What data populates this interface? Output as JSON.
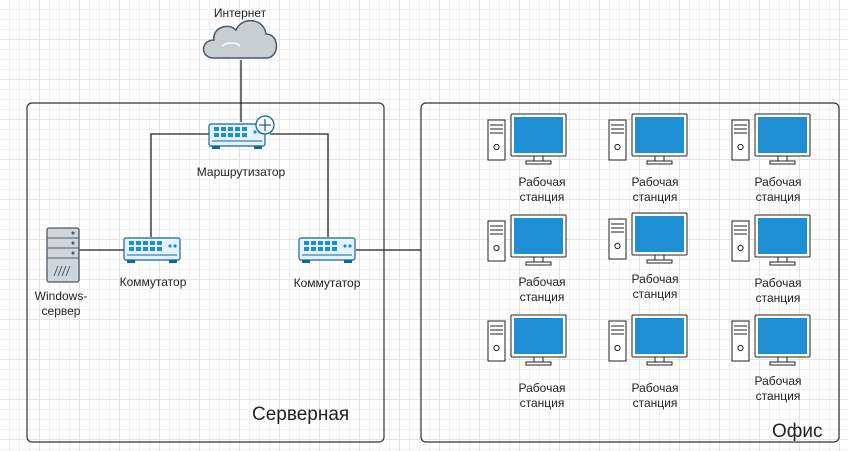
{
  "colors": {
    "device_blue": "#1e8fd2",
    "device_outline": "#10679b",
    "screen_fill": "#1e8fd2",
    "server_grey": "#d0d5da",
    "cloud_grey": "#c9ced3"
  },
  "internet": {
    "label": "Интернет",
    "icon": "cloud-icon"
  },
  "router": {
    "label": "Маршрутизатор",
    "icon": "router-icon"
  },
  "switch_left": {
    "label": "Коммутатор",
    "icon": "switch-icon"
  },
  "switch_right": {
    "label": "Коммутатор",
    "icon": "switch-icon"
  },
  "server": {
    "label_line1": "Windows-",
    "label_line2": "сервер",
    "icon": "server-icon"
  },
  "zones": {
    "server_room": {
      "label": "Серверная"
    },
    "office": {
      "label": "Офис"
    }
  },
  "workstations": [
    {
      "line1": "Рабочая",
      "line2": "станция",
      "icon": "workstation-icon"
    },
    {
      "line1": "Рабочая",
      "line2": "станция",
      "icon": "workstation-icon"
    },
    {
      "line1": "Рабочая",
      "line2": "станция",
      "icon": "workstation-icon"
    },
    {
      "line1": "Рабочая",
      "line2": "станция",
      "icon": "workstation-icon"
    },
    {
      "line1": "Рабочая",
      "line2": "станция",
      "icon": "workstation-icon"
    },
    {
      "line1": "Рабочая",
      "line2": "станция",
      "icon": "workstation-icon"
    },
    {
      "line1": "Рабочая",
      "line2": "станция",
      "icon": "workstation-icon"
    },
    {
      "line1": "Рабочая",
      "line2": "станция",
      "icon": "workstation-icon"
    },
    {
      "line1": "Рабочая",
      "line2": "станция",
      "icon": "workstation-icon"
    }
  ]
}
